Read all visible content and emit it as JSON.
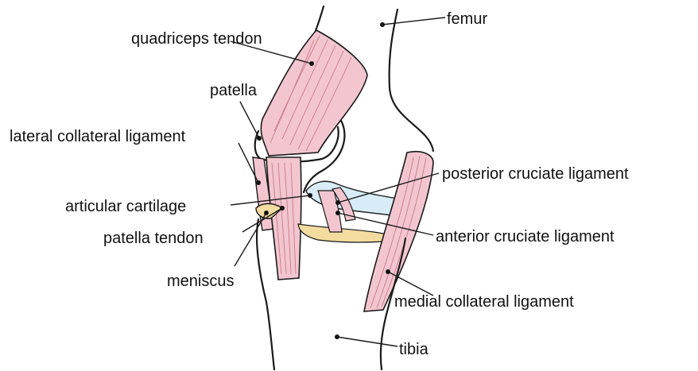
{
  "labels": {
    "femur": "femur",
    "quadriceps_tendon": "quadriceps tendon",
    "patella": "patella",
    "lateral_collateral_ligament": "lateral collateral ligament",
    "posterior_cruciate_ligament": "posterior cruciate ligament",
    "articular_cartilage": "articular cartilage",
    "patella_tendon": "patella tendon",
    "anterior_cruciate_ligament": "anterior cruciate ligament",
    "meniscus": "meniscus",
    "medial_collateral_ligament": "medial collateral ligament",
    "tibia": "tibia"
  },
  "colors": {
    "ligament_fill": "#f3c6cf",
    "ligament_fiber": "#c97a8a",
    "cartilage_fill": "#d7ecf6",
    "meniscus_fill": "#f3dca0",
    "outline": "#1a1a1a",
    "background": "#ffffff"
  }
}
